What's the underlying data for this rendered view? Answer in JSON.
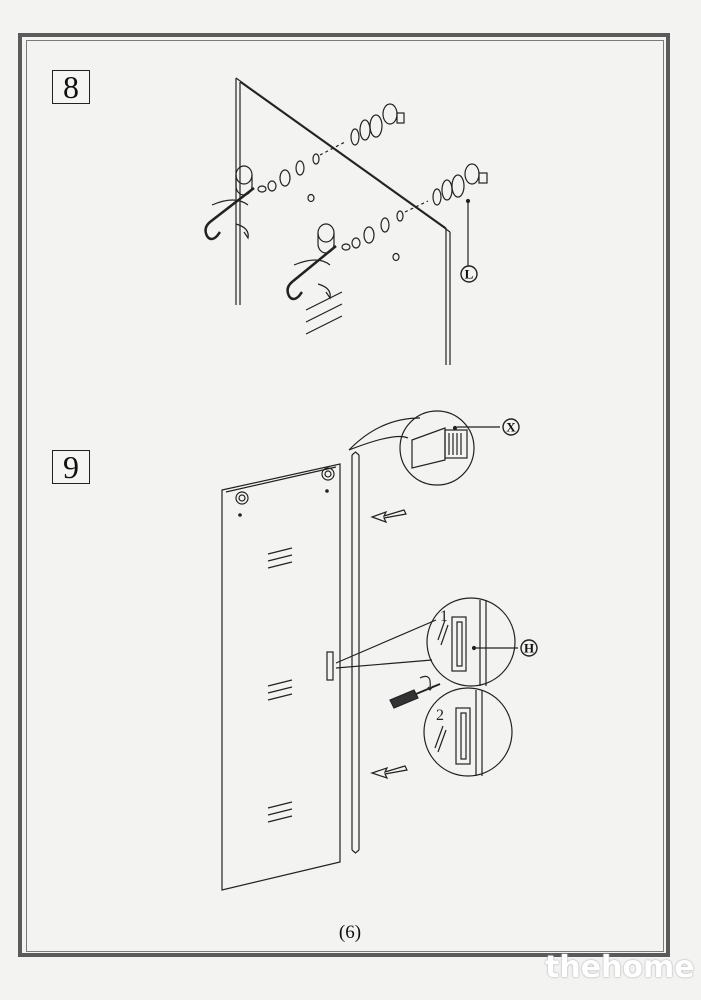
{
  "steps": {
    "step8": {
      "number": "8"
    },
    "step9": {
      "number": "9"
    }
  },
  "callouts": {
    "L": "L",
    "X": "X",
    "H": "H"
  },
  "details": {
    "detail1": "1",
    "detail2": "2"
  },
  "page_number": "(6)",
  "watermark": "thehome"
}
